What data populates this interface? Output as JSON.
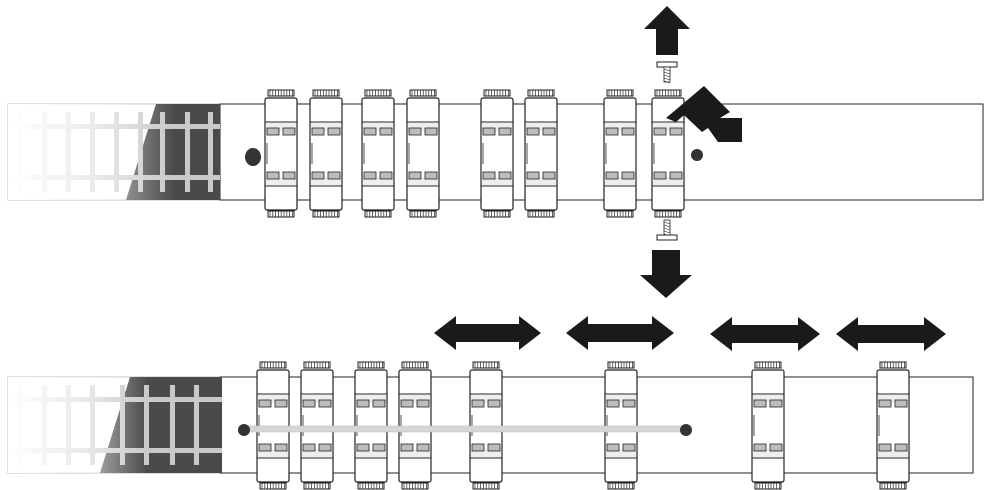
{
  "colors": {
    "background": "#ffffff",
    "outline": "#222222",
    "panel_dark": "#4a4a4a",
    "tie_light": "#c9c9c9",
    "arrow": "#1a1a1a",
    "bar": "#d6d6d6",
    "dot": "#333333",
    "block_fill": "#ffffff",
    "block_band": "#eeeeee",
    "clamp_fill": "#bdbdbd"
  },
  "icons": {
    "up": "arrow-up-icon",
    "down": "arrow-down-icon",
    "curved": "curved-arrow-icon",
    "double": "double-arrow-icon",
    "screw": "screw-icon"
  },
  "diagram": {
    "top_row": {
      "block_count": 8,
      "has_connecting_bar": false
    },
    "bottom_row": {
      "block_count": 8,
      "has_connecting_bar": true
    },
    "double_arrow_count": 4
  }
}
